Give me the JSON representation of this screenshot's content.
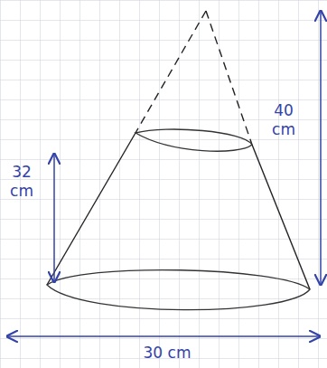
{
  "diagram": {
    "labels": [
      "40 cm",
      "32 cm",
      "30 cm"
    ]
  }
}
